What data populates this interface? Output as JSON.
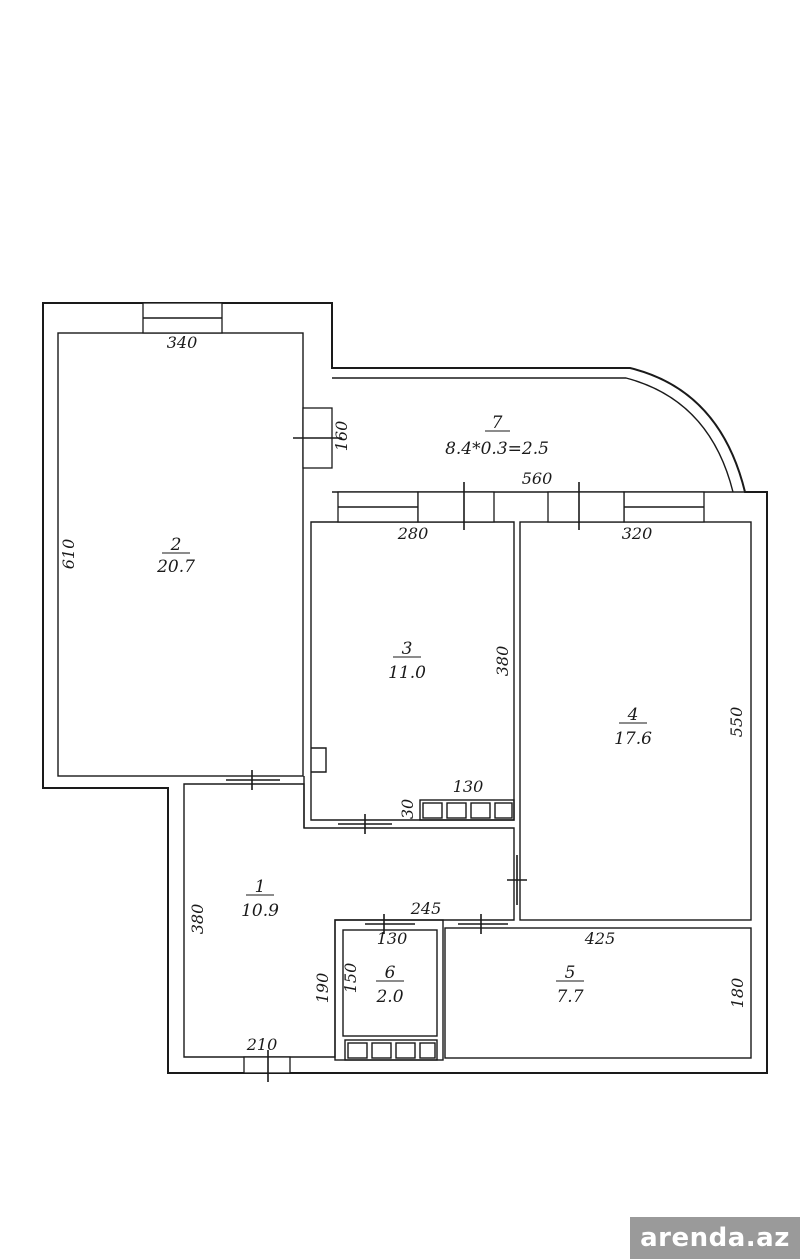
{
  "rooms": [
    {
      "number": "1",
      "area": "10.9"
    },
    {
      "number": "2",
      "area": "20.7"
    },
    {
      "number": "3",
      "area": "11.0"
    },
    {
      "number": "4",
      "area": "17.6"
    },
    {
      "number": "5",
      "area": "7.7"
    },
    {
      "number": "6",
      "area": "2.0"
    },
    {
      "number": "7",
      "area": "8.4*0.3=2.5"
    }
  ],
  "dimensions": {
    "room2_width": "340",
    "room2_height": "610",
    "balcony_depth": "160",
    "balcony_length": "560",
    "room3_width": "280",
    "room3_height": "380",
    "room4_width": "320",
    "room4_height": "550",
    "closet_width": "130",
    "closet_depth": "30",
    "hall_width": "245",
    "hall_height": "380",
    "entry_width": "210",
    "bath_width": "130",
    "bath_height_outer": "190",
    "bath_height_inner": "150",
    "room5_width": "425",
    "room5_height": "180"
  },
  "watermark": "arenda.az"
}
